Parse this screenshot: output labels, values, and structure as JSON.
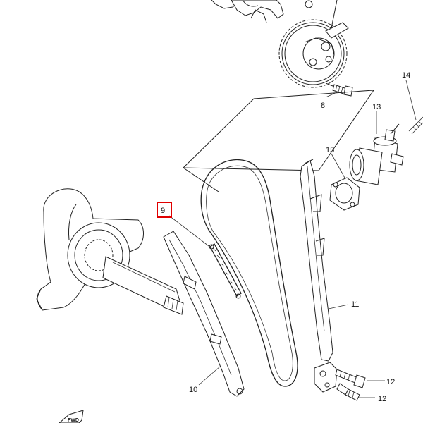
{
  "diagram": {
    "labels": {
      "p8": "8",
      "p9": "9",
      "p10": "10",
      "p11": "11",
      "p12a": "12",
      "p12b": "12",
      "p13": "13",
      "p14": "14",
      "p15": "15"
    },
    "highlighted_part": "9",
    "highlight_color": "#e00000",
    "icons": [
      "fwd-arrow-icon"
    ]
  }
}
